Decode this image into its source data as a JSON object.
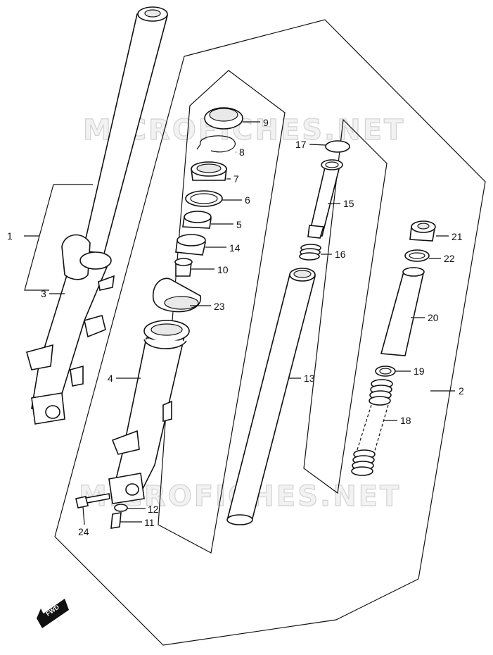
{
  "watermark": "MICROFICHES.NET",
  "fwd_label": "FWD",
  "parts": [
    {
      "id": "p1",
      "label": "1"
    },
    {
      "id": "p2",
      "label": "2"
    },
    {
      "id": "p3",
      "label": "3"
    },
    {
      "id": "p4",
      "label": "4"
    },
    {
      "id": "p5",
      "label": "5"
    },
    {
      "id": "p6",
      "label": "6"
    },
    {
      "id": "p7",
      "label": "7"
    },
    {
      "id": "p8",
      "label": "8"
    },
    {
      "id": "p9",
      "label": "9"
    },
    {
      "id": "p10",
      "label": "10"
    },
    {
      "id": "p11",
      "label": "11"
    },
    {
      "id": "p12",
      "label": "12"
    },
    {
      "id": "p13",
      "label": "13"
    },
    {
      "id": "p14",
      "label": "14"
    },
    {
      "id": "p15",
      "label": "15"
    },
    {
      "id": "p16",
      "label": "16"
    },
    {
      "id": "p17",
      "label": "17"
    },
    {
      "id": "p18",
      "label": "18"
    },
    {
      "id": "p19",
      "label": "19"
    },
    {
      "id": "p20",
      "label": "20"
    },
    {
      "id": "p21",
      "label": "21"
    },
    {
      "id": "p22",
      "label": "22"
    },
    {
      "id": "p23",
      "label": "23"
    },
    {
      "id": "p24",
      "label": "24"
    }
  ]
}
